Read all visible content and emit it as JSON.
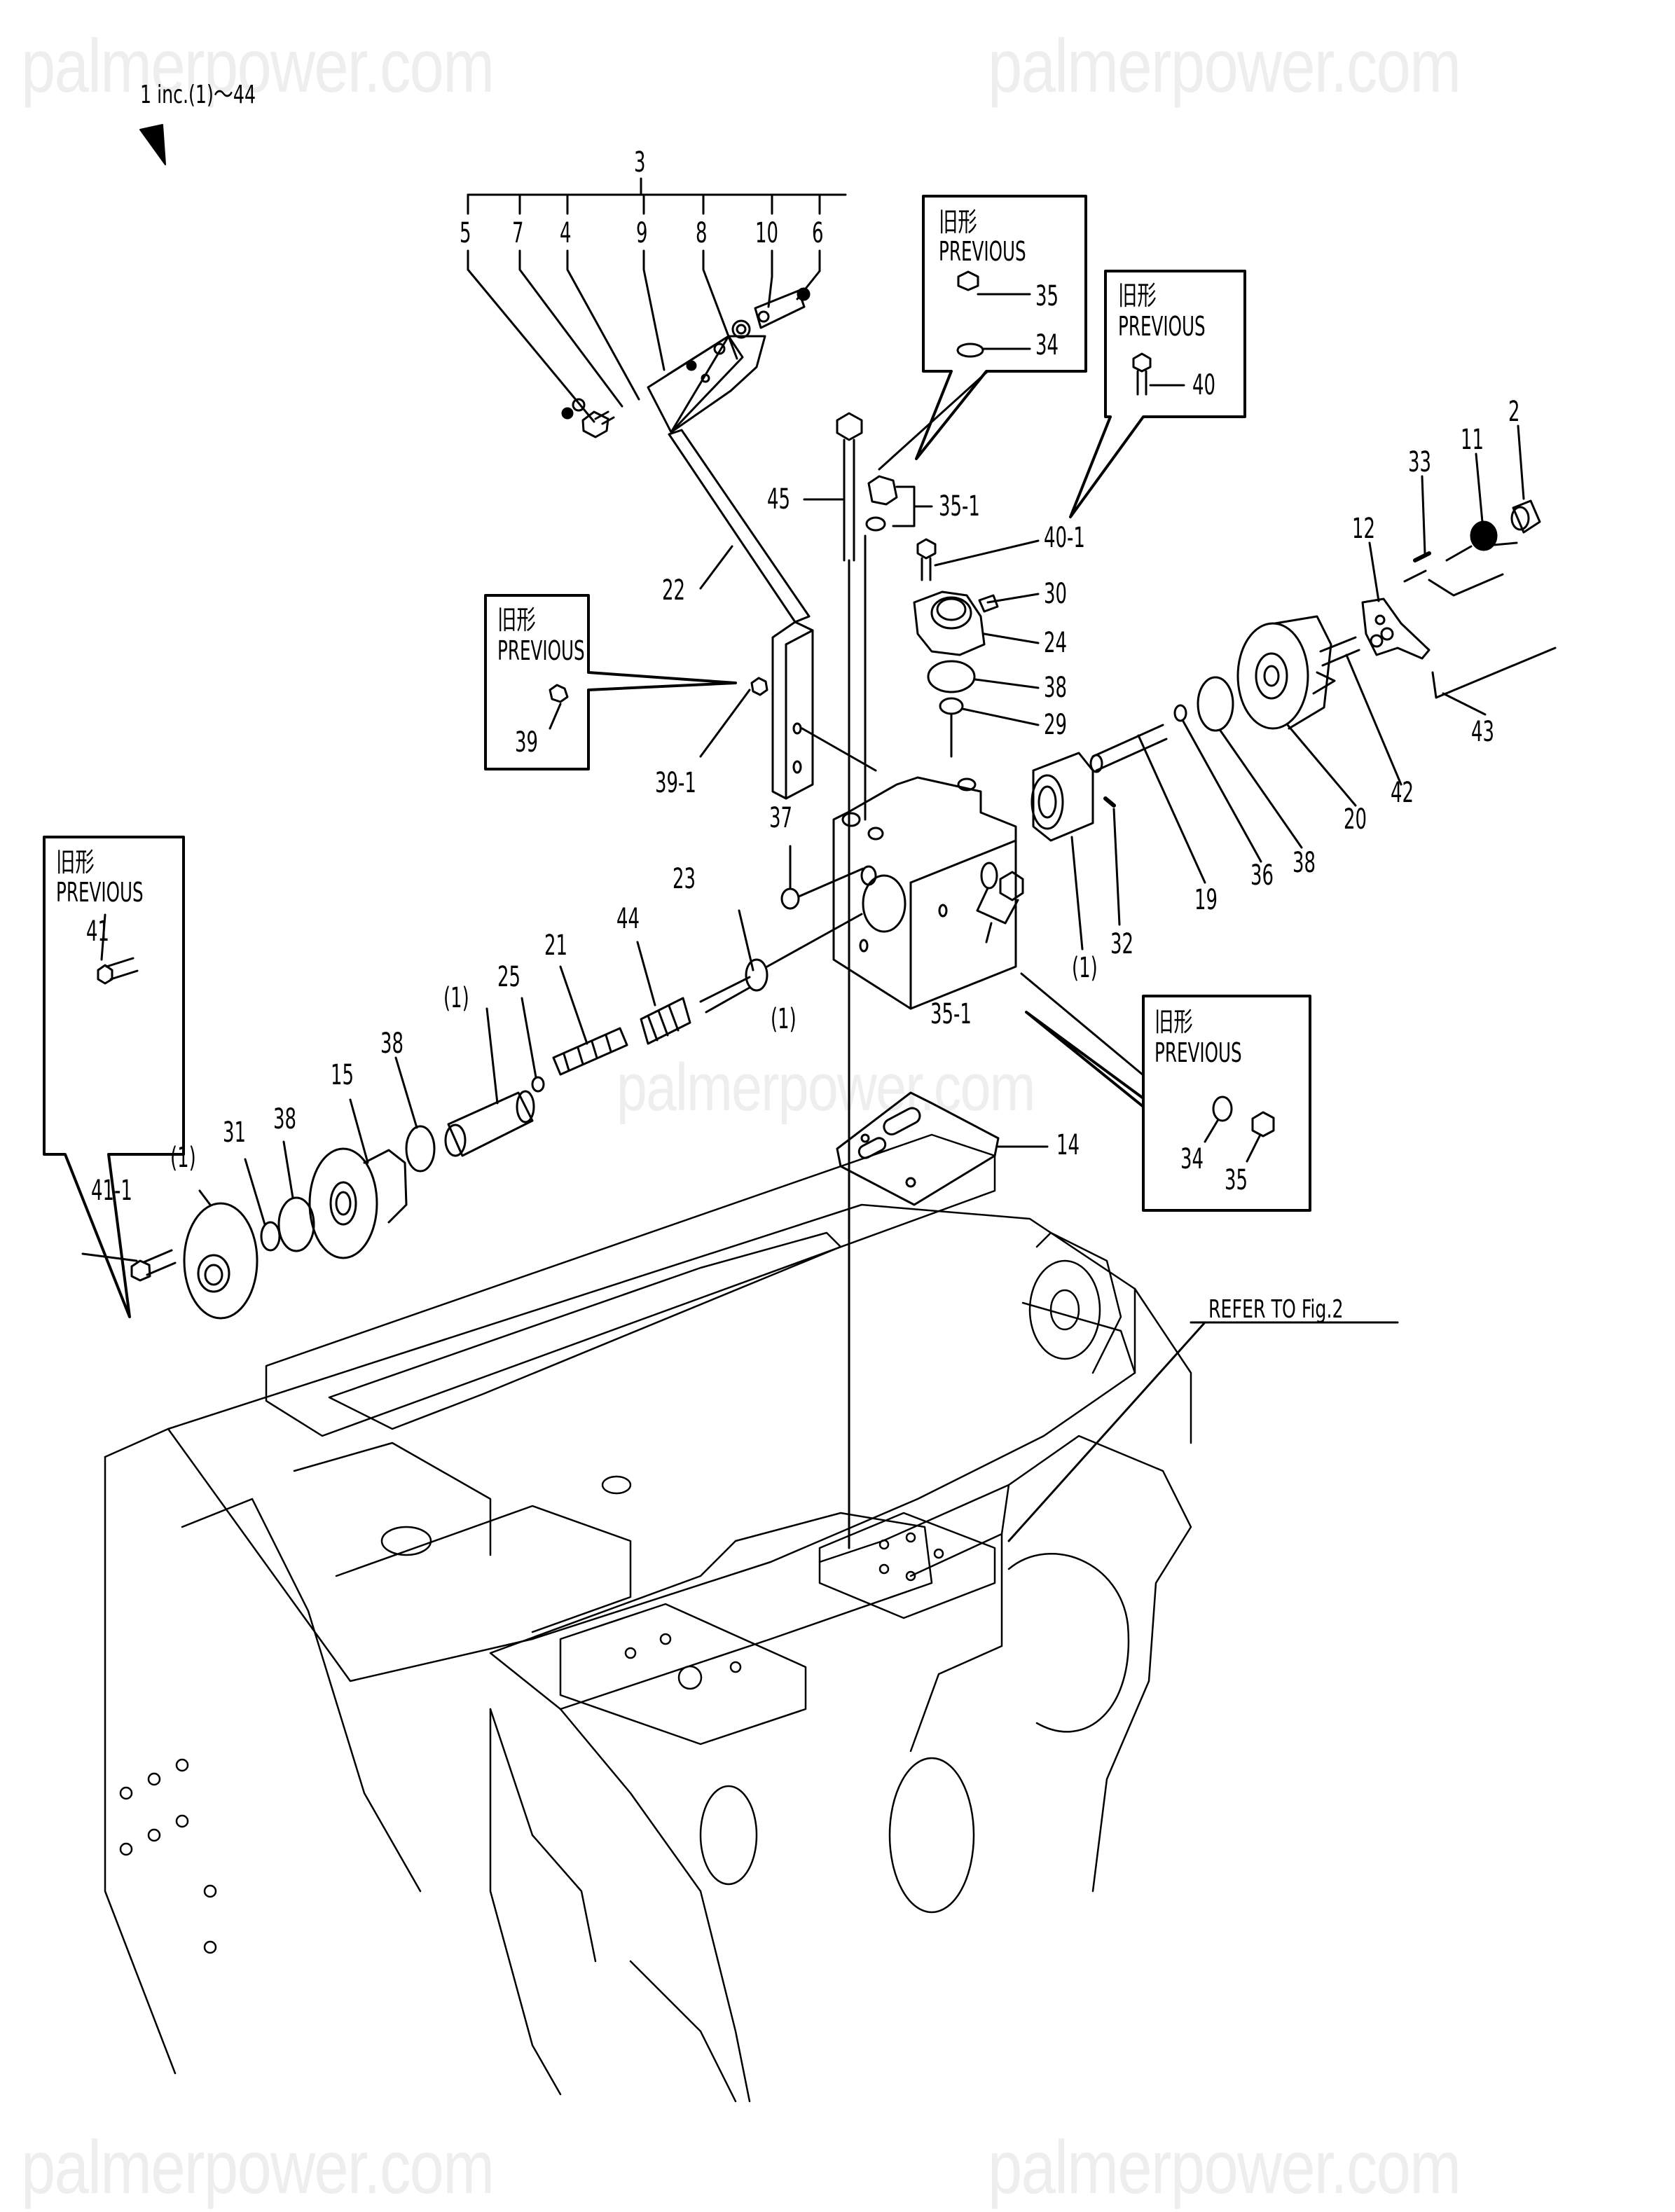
{
  "watermark": {
    "text": "palmerpower.com",
    "color": "#eeeeee"
  },
  "header": {
    "assembly_note": "1 inc.(1)～44"
  },
  "group_bracket": {
    "parent": "3",
    "children": [
      "5",
      "7",
      "4",
      "9",
      "8",
      "10",
      "6"
    ]
  },
  "previous_boxes": [
    {
      "id": "box-35-34",
      "title_jp": "旧形",
      "title_en": "PREVIOUS",
      "items": [
        "35",
        "34"
      ],
      "points_to": "35-1"
    },
    {
      "id": "box-40",
      "title_jp": "旧形",
      "title_en": "PREVIOUS",
      "items": [
        "40"
      ],
      "points_to": "40-1"
    },
    {
      "id": "box-39",
      "title_jp": "旧形",
      "title_en": "PREVIOUS",
      "items": [
        "39"
      ],
      "points_to": "39-1"
    },
    {
      "id": "box-41",
      "title_jp": "旧形",
      "title_en": "PREVIOUS",
      "items": [
        "41"
      ],
      "points_to": "41-1"
    },
    {
      "id": "box-34-35-lower",
      "title_jp": "旧形",
      "title_en": "PREVIOUS",
      "items": [
        "34",
        "35"
      ],
      "points_to": "35-1"
    }
  ],
  "part_labels": {
    "p45": "45",
    "p35_1_top": "35-1",
    "p40_1": "40-1",
    "p30": "30",
    "p24": "24",
    "p38_top": "38",
    "p29": "29",
    "p22": "22",
    "p39_1": "39-1",
    "p37": "37",
    "p23": "23",
    "p1_block": "(1)",
    "p35_1_low": "35-1",
    "p1_sleeve": "(1)",
    "p32": "32",
    "p19": "19",
    "p36": "36",
    "p38_right": "38",
    "p20": "20",
    "p42": "42",
    "p43": "43",
    "p12": "12",
    "p33": "33",
    "p11": "11",
    "p2": "2",
    "p44": "44",
    "p21": "21",
    "p25": "25",
    "p1_spool": "(1)",
    "p38_mid": "38",
    "p15": "15",
    "p38_left": "38",
    "p31": "31",
    "p1_cover": "(1)",
    "p41_1": "41-1",
    "p14": "14"
  },
  "reference_note": "REFER TO Fig.2"
}
